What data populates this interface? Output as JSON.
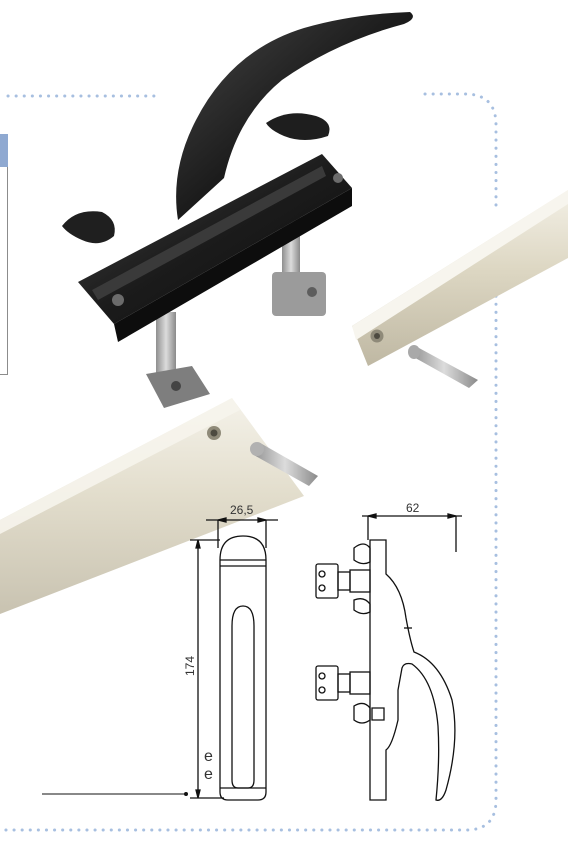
{
  "drawing": {
    "width_dimension": "26,5",
    "depth_dimension": "62",
    "height_dimension": "174"
  },
  "text_fragments": [
    "e",
    "e"
  ],
  "colors": {
    "dotted_border": "#a7bfe0",
    "tab": "#8fa9d1",
    "handle": "#1f1f1f",
    "rail": "#ddd8c6"
  }
}
